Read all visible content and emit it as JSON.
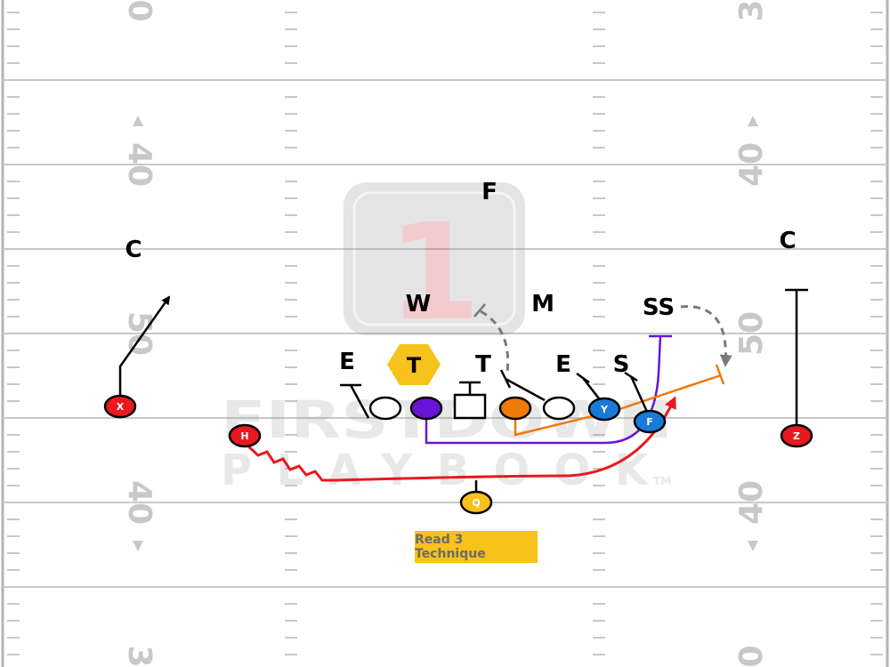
{
  "diagram": {
    "caption": "Read 3 Technique",
    "yard_numbers": {
      "top_left": "0",
      "top_right": "3",
      "upper_left_40": "40",
      "upper_right_40": "40",
      "mid_left_50": "50",
      "mid_right_50": "50",
      "lower_left_40": "40",
      "lower_right_40": "40",
      "bottom_left": "3",
      "bottom_right": "0"
    },
    "watermark": {
      "word1": "FIRSTDOWN",
      "word2": "PLAYBOOK",
      "tm": "TM",
      "logo_numeral": "1"
    },
    "defense": {
      "corner_left": "C",
      "corner_right": "C",
      "free_safety": "F",
      "will": "W",
      "mike": "M",
      "strong_safety": "SS",
      "end_left": "E",
      "tackle_left": "T",
      "tackle_right": "T",
      "end_right": "E",
      "sam": "S"
    },
    "offense": {
      "x": "X",
      "h": "H",
      "q": "Q",
      "y": "Y",
      "f": "F",
      "z": "Z"
    },
    "colors": {
      "red": "#e8191f",
      "purple": "#6a14d8",
      "orange": "#ee7a08",
      "blue": "#1a7ad8",
      "yellow": "#f7c21b",
      "gray_route": "#7a7a7a"
    }
  }
}
